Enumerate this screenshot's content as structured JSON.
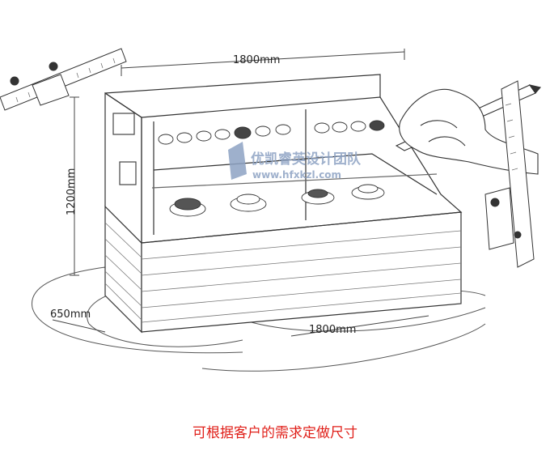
{
  "dimensions": {
    "top_width": "1800mm",
    "height": "1200mm",
    "depth": "650mm",
    "bottom_width": "1800mm"
  },
  "watermark": {
    "name": "优凯睿英设计团队",
    "url": "www.hfxkzl.com"
  },
  "caption": "可根据客户的需求定做尺寸",
  "colors": {
    "caption": "#e0201a",
    "sketch": "#333333",
    "watermark": "#8ea3c4"
  }
}
